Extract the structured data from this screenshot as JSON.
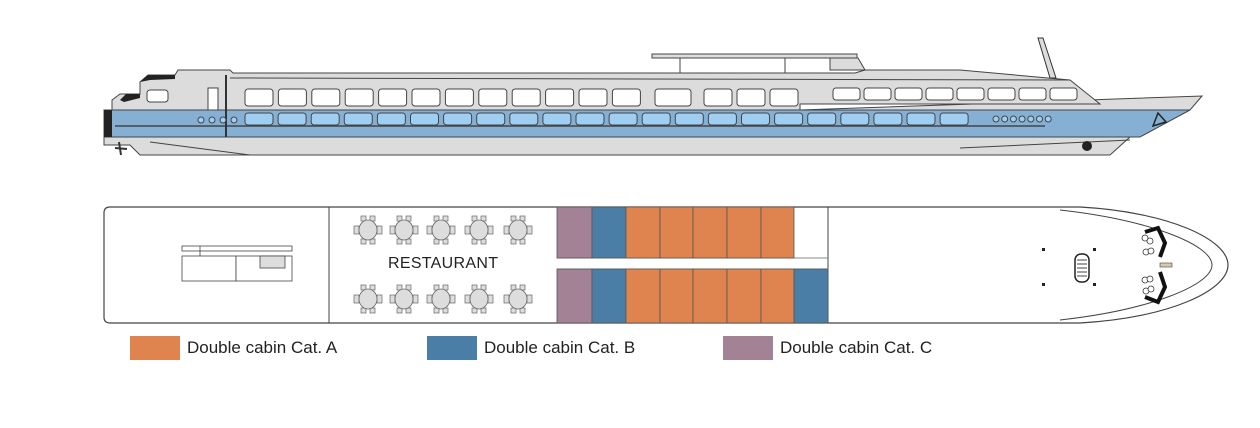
{
  "colors": {
    "cat_a": "#E0844F",
    "cat_b": "#4A7EA6",
    "cat_c": "#A38296",
    "hull_blue": "#86B0D3",
    "window_blue": "#9ECFF3",
    "superstructure": "#DCDCDC"
  },
  "deck_plan": {
    "restaurant_label": "RESTAURANT",
    "cabins_top": [
      "C",
      "B",
      "A",
      "A",
      "A",
      "A",
      "A",
      "none"
    ],
    "cabins_bottom": [
      "C",
      "B",
      "A",
      "A",
      "A",
      "A",
      "A",
      "B"
    ],
    "tables_per_row": 5
  },
  "legend": [
    {
      "key": "cat_a",
      "label": "Double cabin Cat. A"
    },
    {
      "key": "cat_b",
      "label": "Double cabin Cat. B"
    },
    {
      "key": "cat_c",
      "label": "Double cabin Cat. C"
    }
  ]
}
